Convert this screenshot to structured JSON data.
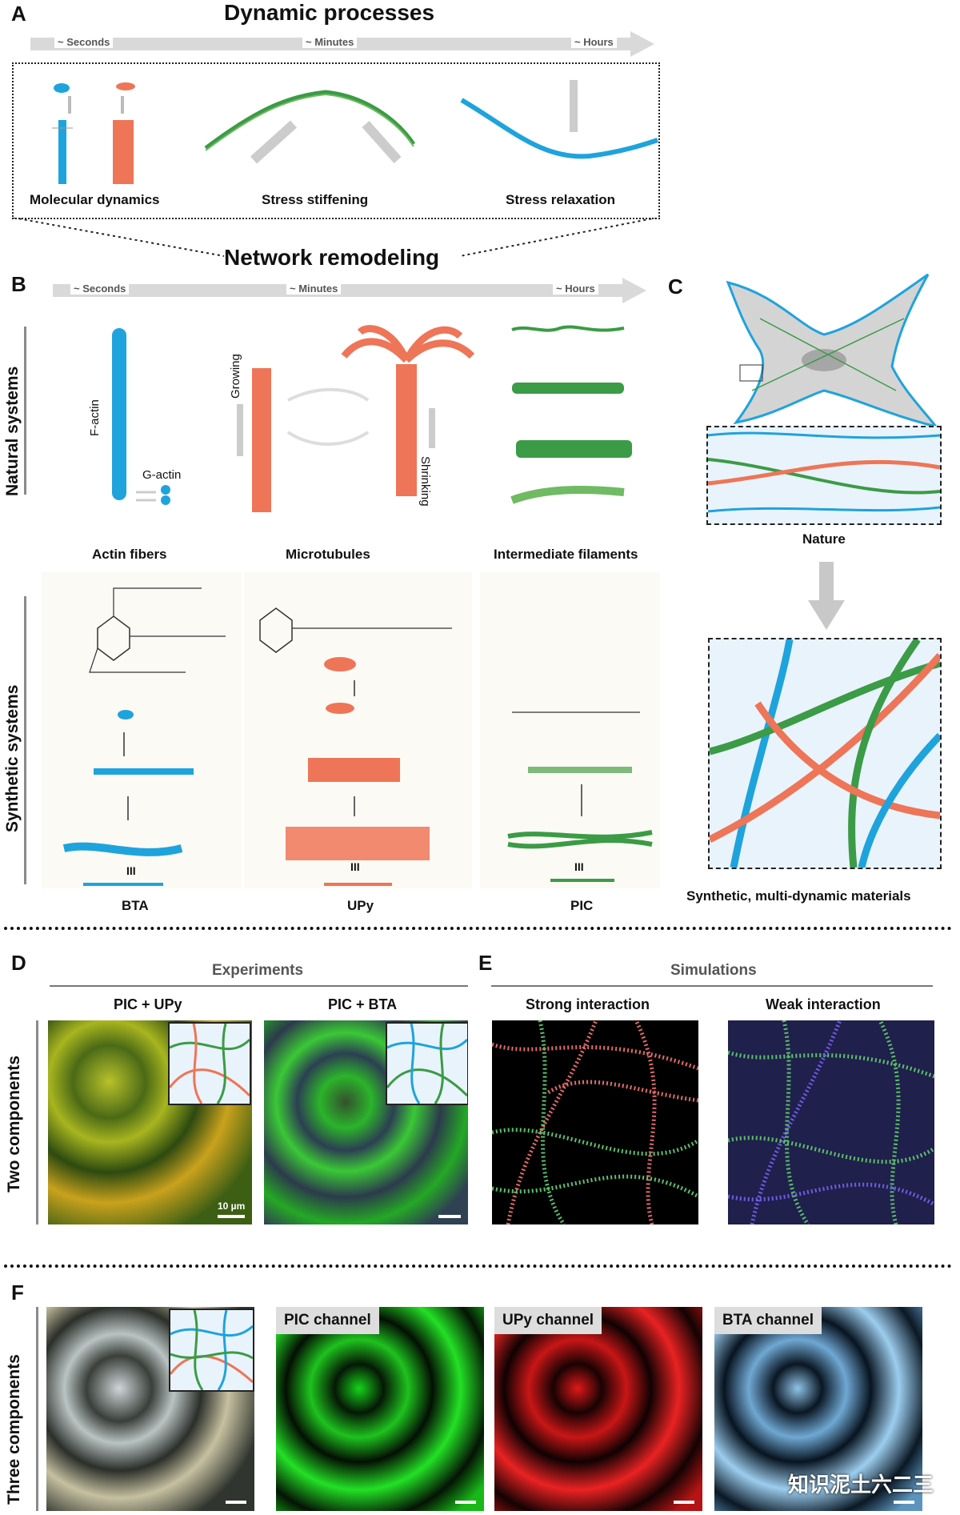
{
  "panelA": {
    "letter": "A",
    "title": "Dynamic processes",
    "timeline": [
      "~ Seconds",
      "~ Minutes",
      "~ Hours"
    ],
    "labels": [
      "Molecular dynamics",
      "Stress stiffening",
      "Stress relaxation"
    ],
    "footer": "Network remodeling"
  },
  "panelB": {
    "letter": "B",
    "timeline": [
      "~ Seconds",
      "~ Minutes",
      "~ Hours"
    ],
    "natural_label": "Natural systems",
    "synthetic_label": "Synthetic systems",
    "f_actin": "F-actin",
    "g_actin": "G-actin",
    "growing": "Growing",
    "shrinking": "Shrinking",
    "natural_titles": [
      "Actin fibers",
      "Microtubules",
      "Intermediate filaments"
    ],
    "synthetic_titles": [
      "BTA",
      "UPy",
      "PIC"
    ],
    "roman": "III",
    "colors": {
      "blue": "#1fa3dc",
      "red": "#ee7557",
      "green": "#3b9b46"
    }
  },
  "panelC": {
    "letter": "C",
    "nature": "Nature",
    "synthetic": "Synthetic, multi-dynamic materials"
  },
  "panelD": {
    "letter": "D",
    "header": "Experiments",
    "row_label": "Two components",
    "titles": [
      "PIC + UPy",
      "PIC + BTA"
    ],
    "scale": "10 µm"
  },
  "panelE": {
    "letter": "E",
    "header": "Simulations",
    "titles": [
      "Strong interaction",
      "Weak interaction"
    ]
  },
  "panelF": {
    "letter": "F",
    "row_label": "Three components",
    "channels": [
      "PIC channel",
      "UPy channel",
      "BTA channel"
    ]
  },
  "watermark": "知识泥土六二三"
}
